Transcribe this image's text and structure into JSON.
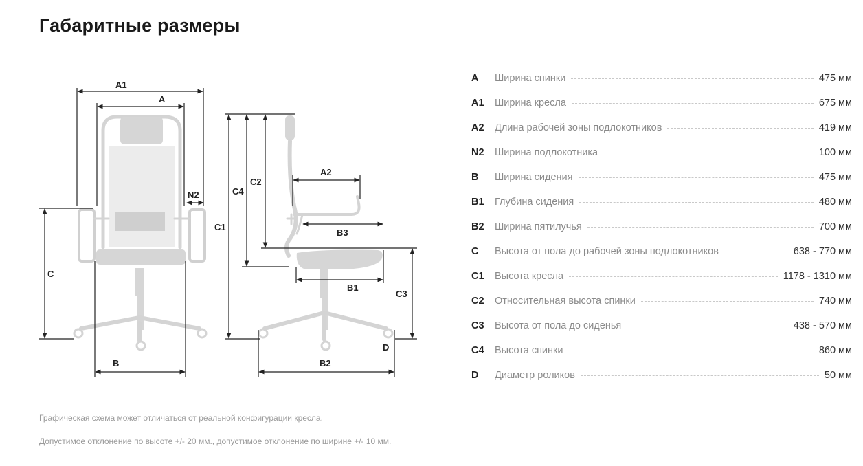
{
  "title": "Габаритные размеры",
  "diagram_labels": {
    "A1": "A1",
    "A": "A",
    "N2": "N2",
    "C": "C",
    "B": "B",
    "C1": "C1",
    "C4": "C4",
    "C2": "C2",
    "A2": "A2",
    "B3": "B3",
    "B1": "B1",
    "C3": "C3",
    "B2": "B2",
    "D": "D"
  },
  "specs": [
    {
      "code": "A",
      "name": "Ширина спинки",
      "value": "475 мм"
    },
    {
      "code": "A1",
      "name": "Ширина кресла",
      "value": "675 мм"
    },
    {
      "code": "A2",
      "name": "Длина рабочей зоны подлокотников",
      "value": "419 мм"
    },
    {
      "code": "N2",
      "name": "Ширина подлокотника",
      "value": "100 мм"
    },
    {
      "code": "B",
      "name": "Ширина сидения",
      "value": "475 мм"
    },
    {
      "code": "B1",
      "name": "Глубина сидения",
      "value": "480 мм"
    },
    {
      "code": "B2",
      "name": "Ширина пятилучья",
      "value": "700 мм"
    },
    {
      "code": "C",
      "name": "Высота от пола до рабочей зоны подлокотников",
      "value": "638 - 770 мм"
    },
    {
      "code": "C1",
      "name": "Высота кресла",
      "value": "1178 - 1310 мм"
    },
    {
      "code": "C2",
      "name": "Относительная высота спинки",
      "value": "740 мм"
    },
    {
      "code": "C3",
      "name": "Высота от пола до сиденья",
      "value": "438 - 570 мм"
    },
    {
      "code": "C4",
      "name": "Высота спинки",
      "value": "860 мм"
    },
    {
      "code": "D",
      "name": "Диаметр роликов",
      "value": "50 мм"
    }
  ],
  "notes": {
    "note1": "Графическая схема может отличаться от реальной конфигурации кресла.",
    "note2": "Допустимое отклонение по высоте +/- 20 мм., допустимое отклонение по ширине +/- 10 мм."
  },
  "colors": {
    "chair": "#d6d6d6",
    "lines": "#222222",
    "label_gray": "#8a8a8a"
  }
}
